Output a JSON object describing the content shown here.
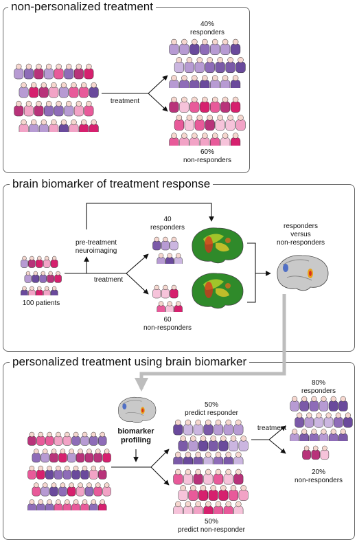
{
  "panel1": {
    "title": "non-personalized treatment",
    "treatment_label": "treatment",
    "responders_pct": "40%",
    "responders_label": "responders",
    "nonresponders_pct": "60%",
    "nonresponders_label": "non-responders"
  },
  "panel2": {
    "title": "brain biomarker of treatment response",
    "patients_label": "100 patients",
    "neuroimaging_line1": "pre-treatment",
    "neuroimaging_line2": "neuroimaging",
    "treatment_label": "treatment",
    "responders_count": "40",
    "responders_label": "responders",
    "nonresponders_count": "60",
    "nonresponders_label": "non-responders",
    "comparison_line1": "responders",
    "comparison_line2": "versus",
    "comparison_line3": "non-responders"
  },
  "panel3": {
    "title": "personalized treatment using brain biomarker",
    "biomarker_line1": "biomarker",
    "biomarker_line2": "profiling",
    "predict_resp_pct": "50%",
    "predict_resp_label": "predict responder",
    "predict_nonresp_pct": "50%",
    "predict_nonresp_label": "predict non-responder",
    "treatment_label": "treatment",
    "responders_pct": "80%",
    "responders_label": "responders",
    "nonresponders_pct": "20%",
    "nonresponders_label": "non-responders"
  },
  "colors": {
    "border": "#666666",
    "arrow": "#111111",
    "gray_arrow": "#bdbdbd",
    "purple_palette": [
      "#6a4a9c",
      "#8e6cb8",
      "#b79bd3",
      "#7b5aa8",
      "#cbb6e0"
    ],
    "pink_palette": [
      "#d6206e",
      "#e85a9a",
      "#f2a3c6",
      "#b8337a",
      "#f6c3da"
    ],
    "mixed_palette": [
      "#6a4a9c",
      "#8e6cb8",
      "#b79bd3",
      "#d6206e",
      "#e85a9a",
      "#f2a3c6",
      "#b8337a"
    ],
    "skin": "#f6d7cf",
    "brain_green": "#2f8a2a",
    "brain_gray": "#c9c9c9"
  }
}
